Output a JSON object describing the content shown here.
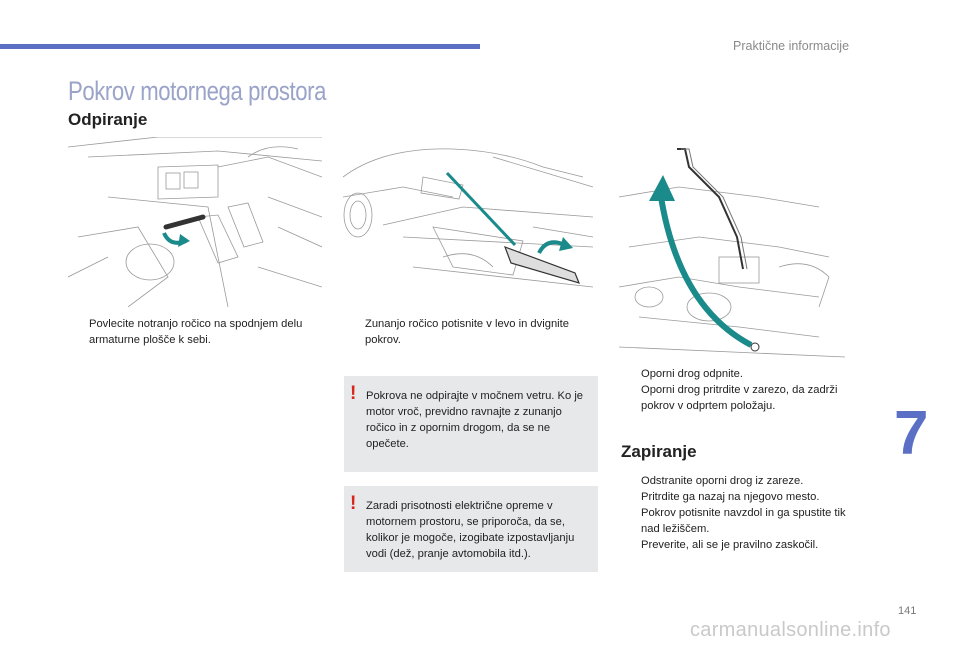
{
  "header": {
    "section_title": "Praktične informacije"
  },
  "page_title": "Pokrov motornega prostora",
  "opening": {
    "heading": "Odpiranje",
    "step1": "Povlecite notranjo ročico na spodnjem delu armaturne plošče k sebi.",
    "step2": "Zunanjo ročico potisnite v levo in dvignite pokrov.",
    "step3a": "Oporni drog odpnite.",
    "step3b": "Oporni drog pritrdite v zarezo, da zadrži pokrov v odprtem položaju."
  },
  "warnings": {
    "w1": "Pokrova ne odpirajte v močnem vetru. Ko je motor vroč, previdno ravnajte z zunanjo ročico in z opornim drogom, da se ne opečete.",
    "w2": "Zaradi prisotnosti električne opreme v motornem prostoru, se priporoča, da se, kolikor je mogoče, izogibate izpostavljanju vodi (dež, pranje avtomobila itd.).",
    "mark": "!"
  },
  "closing": {
    "heading": "Zapiranje",
    "steps": [
      "Odstranite oporni drog iz zareze.",
      "Pritrdite ga nazaj na njegovo mesto.",
      "Pokrov potisnite navzdol in ga spustite tik nad ležiščem.",
      "Preverite, ali se je pravilno zaskočil."
    ]
  },
  "bullet_glyph": "",
  "chapter_number": "7",
  "page_number": "141",
  "watermark": "carmanualsonline.info",
  "colors": {
    "accent": "#5b6fc4",
    "title": "#9aa3c8",
    "teal_arrow": "#1a8a8a",
    "warning_bg": "#e6e8ea",
    "warning_mark": "#d9261c"
  }
}
